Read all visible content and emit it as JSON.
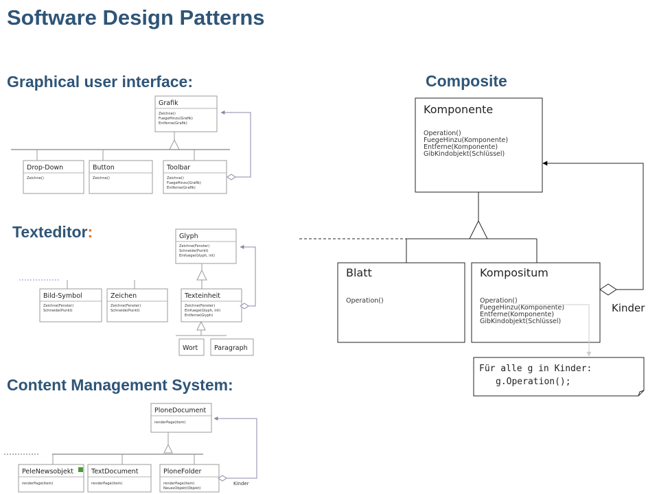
{
  "title": "Software Design Patterns",
  "sections": {
    "gui": "Graphical user interface:",
    "texteditor": "Texteditor",
    "texteditor_colon": ":",
    "cms": "Content Management System:",
    "composite": "Composite"
  },
  "gui_diagram": {
    "parent": {
      "name": "Grafik",
      "ops": [
        "Zeichne()",
        "FuegeHinzu(Grafik)",
        "Entferne(Grafik)"
      ]
    },
    "children": [
      {
        "name": "Drop-Down",
        "ops": [
          "Zeichne()"
        ]
      },
      {
        "name": "Button",
        "ops": [
          "Zeichne()"
        ]
      },
      {
        "name": "Toolbar",
        "ops": [
          "Zeichne()",
          "FuegeHinzu(Grafik)",
          "Entferne(Grafik)"
        ]
      }
    ]
  },
  "texteditor_diagram": {
    "parent": {
      "name": "Glyph",
      "ops": [
        "Zeichne(Fenster)",
        "Schneide(Punkt)",
        "Einfuege(Glyph, int)"
      ]
    },
    "children": [
      {
        "name": "Bild-Symbol",
        "ops": [
          "Zeichne(Fenster)",
          "Schneide(Punkt)"
        ]
      },
      {
        "name": "Zeichen",
        "ops": [
          "Zeichne(Fenster)",
          "Schneide(Punkt)"
        ]
      },
      {
        "name": "Texteinheit",
        "ops": [
          "Zeichne(Fenster)",
          "Einfuege(Glyph, int)",
          "Entferne(Glyph)"
        ]
      }
    ],
    "subs": [
      "Wort",
      "Paragraph"
    ]
  },
  "cms_diagram": {
    "parent": {
      "name": "PloneDocument",
      "ops": [
        "renderPage(item)"
      ]
    },
    "children": [
      {
        "name": "PeleNewsobjekt",
        "ops": [
          "renderPage(item)"
        ]
      },
      {
        "name": "TextDocument",
        "ops": [
          "renderPage(item)"
        ]
      },
      {
        "name": "PloneFolder",
        "ops": [
          "renderPage(item)",
          "NeuesObjekt(Objekt)"
        ]
      }
    ],
    "kinder": "Kinder"
  },
  "composite_diagram": {
    "komponente": {
      "name": "Komponente",
      "ops": [
        "Operation()",
        "FuegeHinzu(Komponente)",
        "Entferne(Komponente)",
        "GibKindobjekt(Schlüssel)"
      ]
    },
    "blatt": {
      "name": "Blatt",
      "ops": [
        "Operation()"
      ]
    },
    "kompositum": {
      "name": "Kompositum",
      "ops": [
        "Operation()",
        "FuegeHinzu(Komponente)",
        "Entferne(Komponente)",
        "GibKindobjekt(Schlüssel)"
      ]
    },
    "kinder": "Kinder",
    "note": [
      "Für alle g in Kinder:",
      "g.Operation();"
    ]
  }
}
